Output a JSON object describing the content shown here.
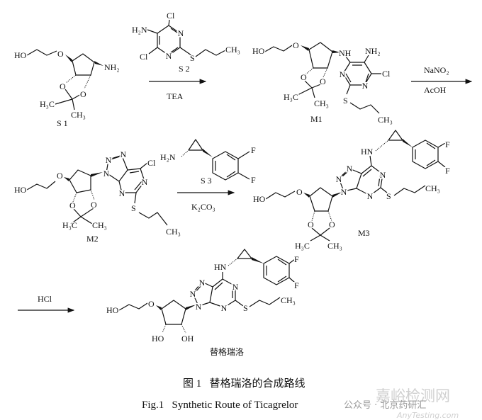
{
  "S1": {
    "label": "S 1",
    "atoms": [
      "HO",
      "O",
      "NH₂",
      "O",
      "O",
      "H₃C",
      "CH₃"
    ]
  },
  "S2": {
    "label": "S 2",
    "atoms": [
      "Cl",
      "H₂N",
      "N",
      "N",
      "Cl",
      "S",
      "CH₃"
    ]
  },
  "M1": {
    "label": "M1",
    "atoms": [
      "HO",
      "O",
      "NH",
      "O",
      "O",
      "H₃C",
      "CH₃",
      "NH₂",
      "Cl",
      "N",
      "N",
      "S",
      "CH₃"
    ]
  },
  "M2": {
    "label": "M2",
    "atoms": [
      "HO",
      "O",
      "N",
      "N",
      "N",
      "O",
      "O",
      "H₃C",
      "CH₃",
      "Cl",
      "N",
      "N",
      "S",
      "CH₃"
    ]
  },
  "S3": {
    "label": "S 3",
    "atoms": [
      "H₂N",
      "F",
      "F"
    ]
  },
  "M3": {
    "label": "M3",
    "atoms": [
      "HO",
      "O",
      "N",
      "N",
      "N",
      "HN",
      "F",
      "F",
      "N",
      "N",
      "S",
      "CH₃",
      "O",
      "O",
      "H₃C",
      "CH₃"
    ]
  },
  "product": {
    "label": "替格瑞洛",
    "atoms": [
      "HO",
      "O",
      "N",
      "N",
      "N",
      "HN",
      "F",
      "F",
      "N",
      "N",
      "S",
      "CH₃",
      "HO",
      "OH"
    ]
  },
  "reagents": {
    "step1": "TEA",
    "step2_top": "NaNO₂",
    "step2_bottom": "AcOH",
    "step3": "K₂CO₃",
    "step4": "HCl"
  },
  "caption": {
    "zh": "图 1   替格瑞洛的合成路线",
    "en": "Fig.1   Synthetic Route of Ticagrelor"
  },
  "watermark": {
    "wechat": "公众号 · 北京药研汇",
    "site_zh": "嘉峪检测网",
    "site_en": "AnyTesting.com"
  }
}
